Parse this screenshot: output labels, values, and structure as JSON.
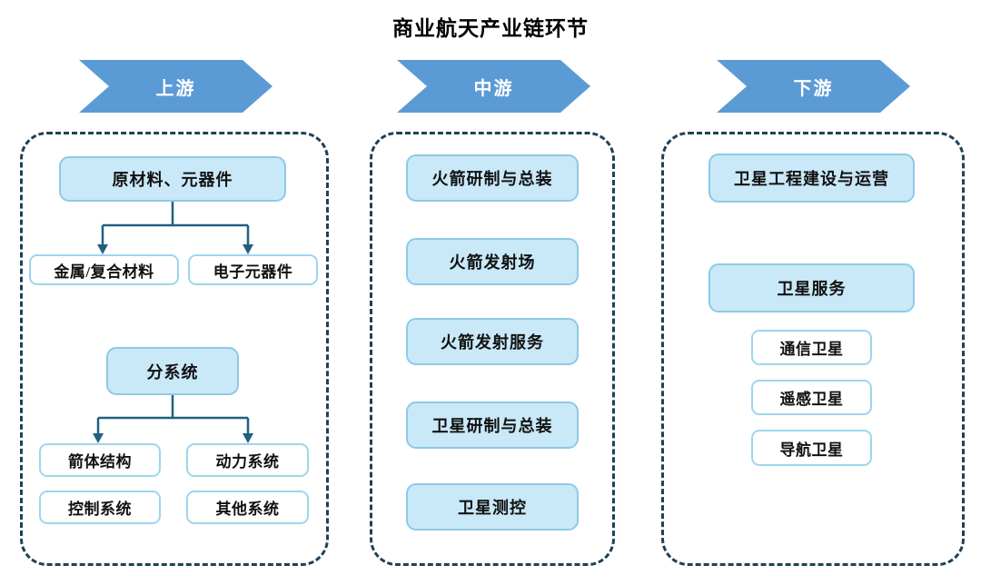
{
  "title": "商业航天产业链环节",
  "columns": {
    "upstream": {
      "header": "上游",
      "group1": {
        "parent": "原材料、元器件",
        "child_left": "金属/复合材料",
        "child_right": "电子元器件"
      },
      "group2": {
        "parent": "分系统",
        "child1": "箭体结构",
        "child2": "动力系统",
        "child3": "控制系统",
        "child4": "其他系统"
      }
    },
    "midstream": {
      "header": "中游",
      "items": [
        "火箭研制与总装",
        "火箭发射场",
        "火箭发射服务",
        "卫星研制与总装",
        "卫星测控"
      ]
    },
    "downstream": {
      "header": "下游",
      "primary1": "卫星工程建设与运营",
      "primary2": "卫星服务",
      "sub1": "通信卫星",
      "sub2": "遥感卫星",
      "sub3": "导航卫星"
    }
  },
  "colors": {
    "arrow_fill": "#5B9BD5",
    "filled_box_fill": "#C9E9F8",
    "filled_box_border": "#8FC9E6",
    "outline_box_border": "#9ED5F0",
    "dashed_container_border": "#1E4257",
    "connector_line": "#20607F",
    "header_text": "#FFFFFF",
    "title_text": "#000000"
  }
}
